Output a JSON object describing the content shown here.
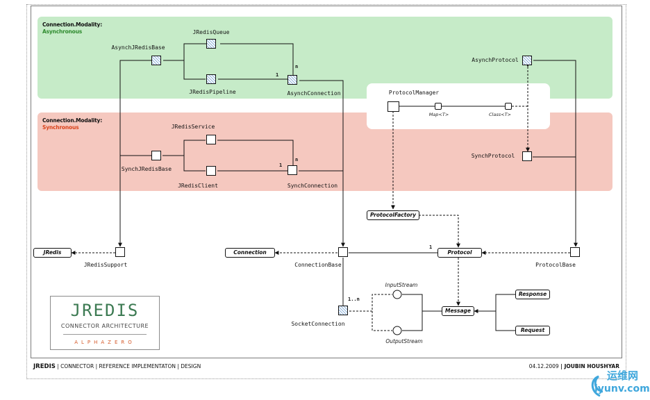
{
  "async_zone": {
    "title": "Connection.Modality:",
    "subtitle": "Asynchronous",
    "subtitle_color": "#2e8b2e"
  },
  "sync_zone": {
    "title": "Connection.Modality:",
    "subtitle": "Synchronous",
    "subtitle_color": "#d9431c"
  },
  "nodes": {
    "jredis_queue": "JRedisQueue",
    "asynch_jredis_base": "AsynchJRedisBase",
    "jredis_pipeline": "JRedisPipeline",
    "asynch_connection": "AsynchConnection",
    "asynch_protocol": "AsynchProtocol",
    "protocol_manager": "ProtocolManager",
    "map_t": "Map<T>",
    "class_t": "Class<T>",
    "jredis_service": "JRedisService",
    "synch_jredis_base": "SynchJRedisBase",
    "jredis_client": "JRedisClient",
    "synch_connection": "SynchConnection",
    "synch_protocol": "SynchProtocol",
    "protocol_factory": "ProtocolFactory",
    "jredis": "JRedis",
    "jredis_support": "JRedisSupport",
    "connection": "Connection",
    "connection_base": "ConnectionBase",
    "protocol": "Protocol",
    "protocol_base": "ProtocolBase",
    "input_stream": "InputStream",
    "output_stream": "OutputStream",
    "socket_connection": "SocketConnection",
    "message": "Message",
    "response": "Response",
    "request": "Request"
  },
  "multiplicities": {
    "async_one": "1",
    "async_n": "n",
    "sync_one": "1",
    "sync_n": "n",
    "protocol_one": "1",
    "socket_one_n": "1..n"
  },
  "logo": {
    "word": "JREDIS",
    "subtitle": "CONNECTOR ARCHITECTURE",
    "brand": "ALPHAZERO"
  },
  "footer": {
    "title": "JREDIS",
    "rest": " | CONNECTOR | REFERENCE IMPLEMENTATON | DESIGN",
    "date": "04.12.2009",
    "author": " | JOUBIN HOUSHYAR"
  },
  "watermark": {
    "top": "运维网",
    "bottom": "iyunv.com"
  }
}
